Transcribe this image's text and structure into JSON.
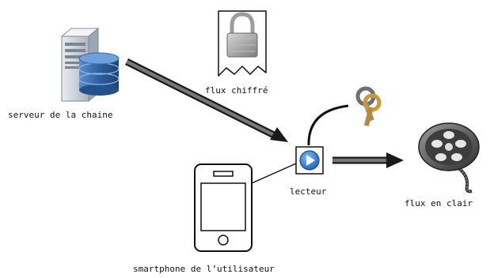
{
  "labels": {
    "server": "serveur de la chaine",
    "encrypted_stream": "flux chiffré",
    "reader": "lecteur",
    "clear_stream": "flux en clair",
    "smartphone": "smartphone de l’utilisateur"
  },
  "icons": {
    "server": "server-database-icon",
    "document": "encrypted-document-icon",
    "padlock": "padlock-icon",
    "keys": "keys-icon",
    "player": "play-button-icon",
    "film": "film-reel-icon",
    "phone": "smartphone-icon"
  },
  "colors": {
    "arrow": "#1a1a1a",
    "arrow_fill": "#777777",
    "play_blue": "#2f7fd1",
    "db_blue": "#3a6fae",
    "key_gold": "#b8893a"
  }
}
